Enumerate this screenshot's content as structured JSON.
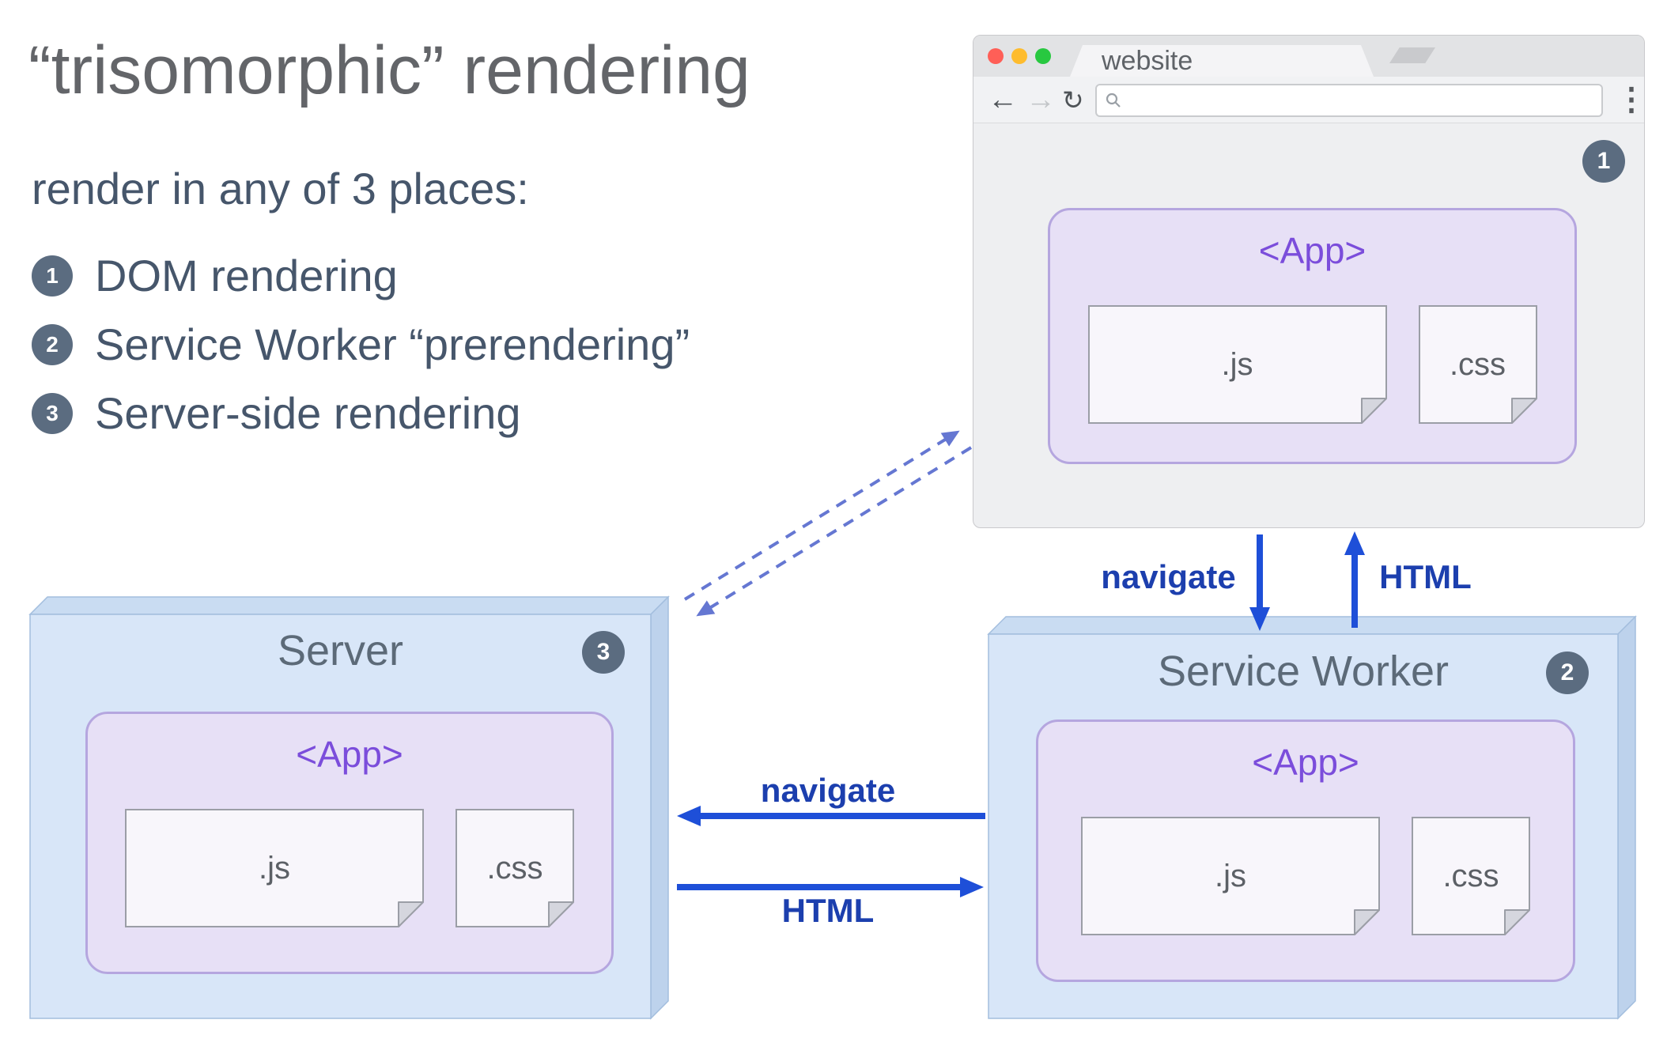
{
  "title": "“trisomorphic” rendering",
  "subtitle": "render in any of 3 places:",
  "legend": [
    {
      "num": "1",
      "label": "DOM rendering"
    },
    {
      "num": "2",
      "label": "Service Worker “prerendering”"
    },
    {
      "num": "3",
      "label": "Server-side rendering"
    }
  ],
  "browser": {
    "tab_title": "website",
    "badge": "1",
    "app": {
      "label": "<App>",
      "js": ".js",
      "css": ".css"
    }
  },
  "server": {
    "title": "Server",
    "badge": "3",
    "app": {
      "label": "<App>",
      "js": ".js",
      "css": ".css"
    }
  },
  "service_worker": {
    "title": "Service Worker",
    "badge": "2",
    "app": {
      "label": "<App>",
      "js": ".js",
      "css": ".css"
    }
  },
  "arrow_labels": {
    "navigate_vertical": "navigate",
    "html_vertical": "HTML",
    "navigate_horizontal": "navigate",
    "html_horizontal": "HTML"
  },
  "icons": {
    "back": "←",
    "forward": "→",
    "reload": "↻",
    "menu": "⋮"
  },
  "colors": {
    "arrow_blue": "#1e4fd8",
    "dashed_blue": "#6577d2",
    "badge_bg": "#5b6c80",
    "app_purple_text": "#7b4ddb",
    "app_box_fill": "#e7e0f6",
    "box_blue_fill": "#d8e6f8"
  }
}
